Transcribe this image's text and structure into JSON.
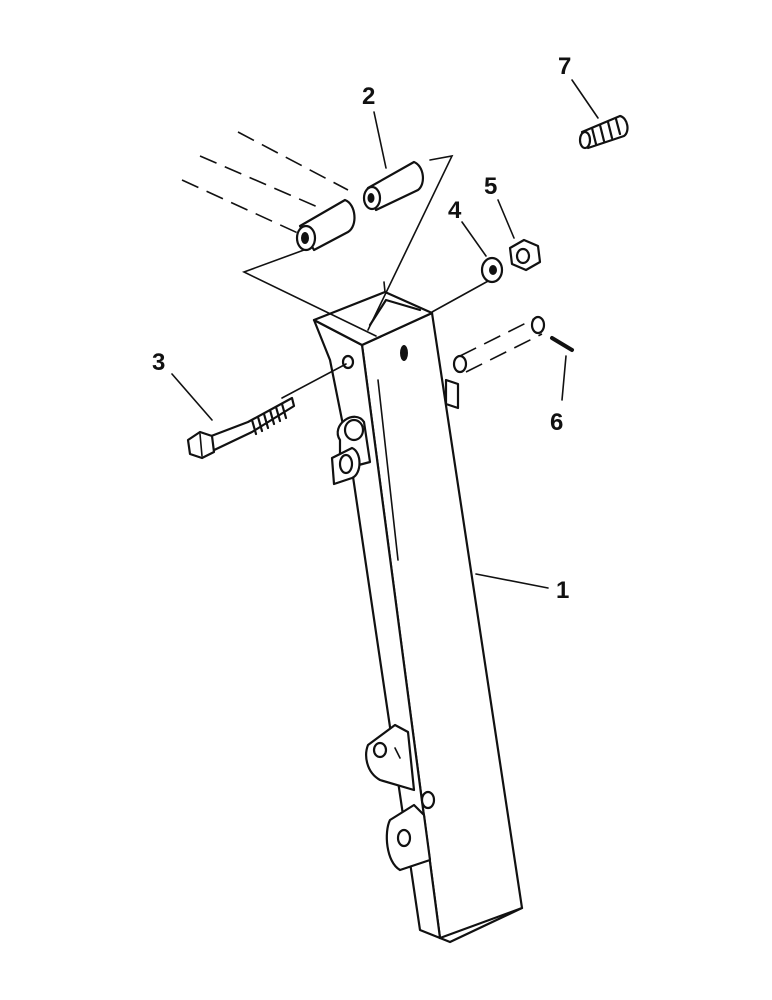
{
  "diagram": {
    "callouts": [
      "1",
      "2",
      "3",
      "4",
      "5",
      "6",
      "7"
    ]
  }
}
